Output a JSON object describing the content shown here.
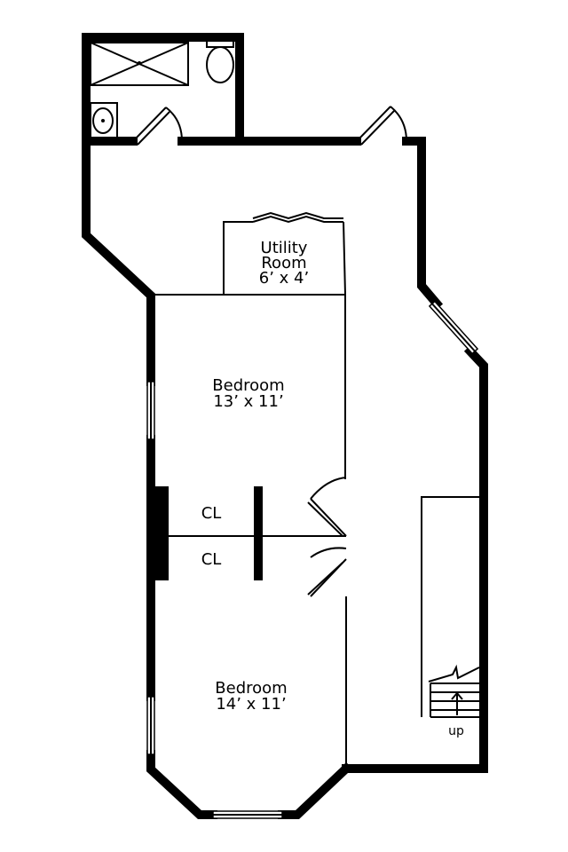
{
  "rooms": {
    "utility": {
      "name_line1": "Utility",
      "name_line2": "Room",
      "size": "6’ x 4’"
    },
    "bedroom_upper": {
      "name": "Bedroom",
      "size": "13’ x 11’"
    },
    "bedroom_lower": {
      "name": "Bedroom",
      "size": "14’ x 11’"
    },
    "closet_upper": {
      "name": "CL"
    },
    "closet_lower": {
      "name": "CL"
    }
  },
  "stairs": {
    "direction_label": "up"
  }
}
